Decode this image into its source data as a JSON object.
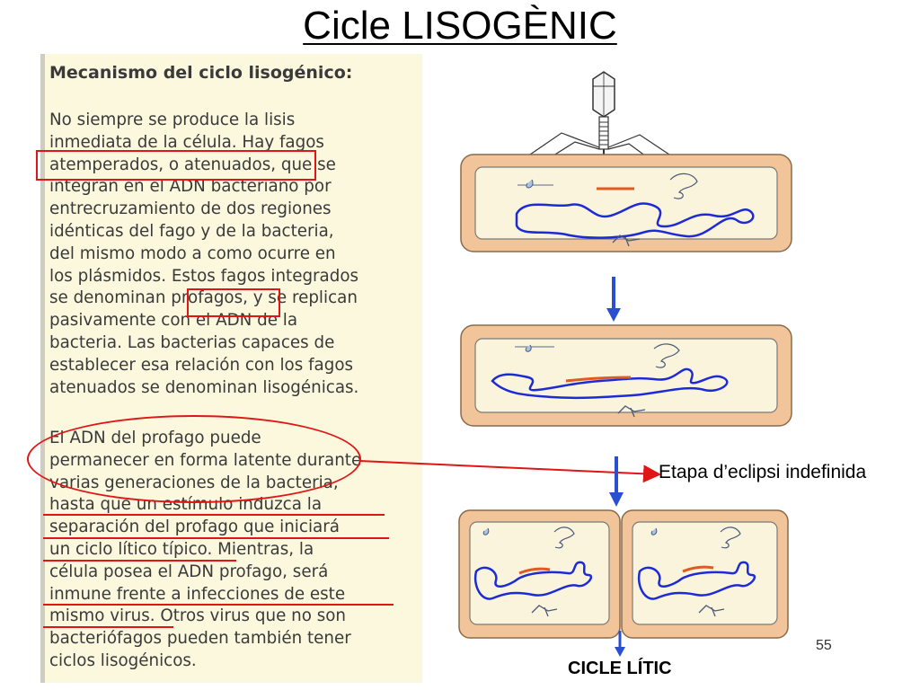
{
  "title": "Cicle LISOGÈNIC",
  "panel": {
    "heading": "Mecanismo del ciclo lisogénico:",
    "paragraph1": [
      " No siempre se produce la lisis",
      "inmediata de la célula. Hay fagos",
      "atemperados, o atenuados, que se",
      "integran en el ADN bacteriano por",
      "entrecruzamiento de dos regiones",
      "idénticas del fago y de la bacteria,",
      "del mismo modo a como ocurre en",
      "los plásmidos. Estos fagos integrados",
      "se denominan profagos, y se replican",
      "pasivamente con el ADN de la",
      "bacteria. Las bacterias capaces de",
      "establecer esa relación con los fagos",
      "atenuados se denominan lisogénicas."
    ],
    "paragraph2": [
      "El ADN del profago puede",
      "permanecer en forma latente durante",
      "varias generaciones de la bacteria,",
      "hasta que un estímulo induzca la",
      "separación del profago que iniciará",
      "un ciclo lítico típico. Mientras, la",
      "célula posea el ADN profago, será",
      "inmune frente a infecciones de este",
      "mismo virus. Otros virus que no son",
      "bacteriófagos pueden también tener",
      "ciclos lisogénicos."
    ]
  },
  "diagram": {
    "eclipse_label": "Etapa d’eclipsi indefinida",
    "lytic_label": "CICLE LÍTIC",
    "page_number": "55"
  },
  "colors": {
    "highlight": "#e01515",
    "arrow": "#2a4fd0",
    "cell_wall": "#f2c49a",
    "cell_inner": "#fbf4dc",
    "dna": "#1c2bd6",
    "prophage": "#e05a22"
  }
}
